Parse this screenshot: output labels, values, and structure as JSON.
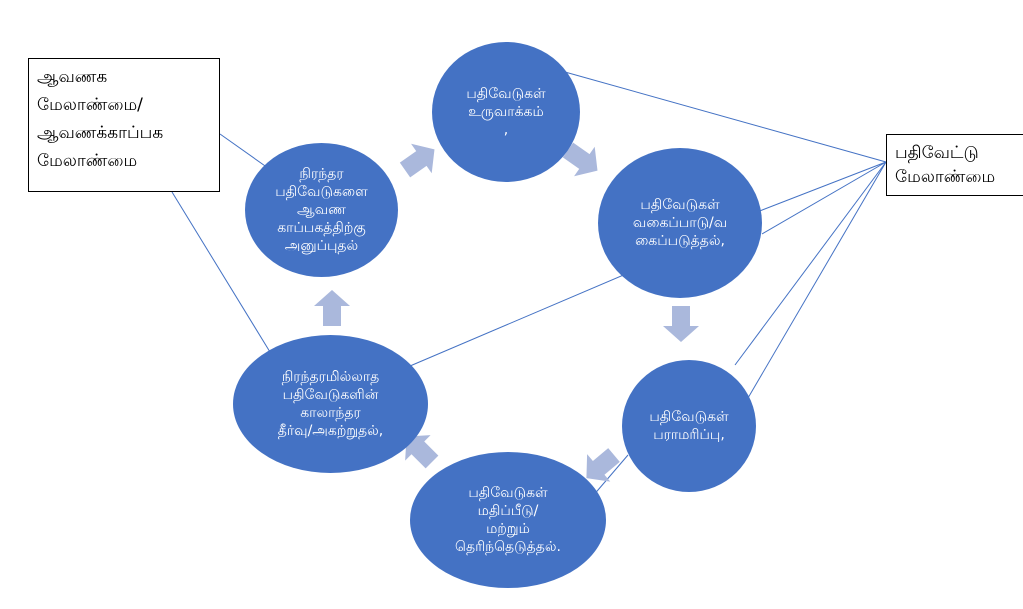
{
  "colors": {
    "circle": "#4472c4",
    "arrow": "#aab8dc",
    "line": "#4472c4"
  },
  "left_box": "ஆவணக\nமேலாண்மை/\nஆவணக்காப்பக\nமேலாண்மை",
  "right_box": "பதிவேட்டு\nமேலாண்மை",
  "stages": [
    {
      "label": "பதிவேடுகள்\nஉருவாக்கம்\n,"
    },
    {
      "label": "பதிவேடுகள்\nவகைப்பாடு/வ\nகைப்படுத்தல்,"
    },
    {
      "label": "பதிவேடுகள்\nபராமரிப்பு,"
    },
    {
      "label": "பதிவேடுகள்\nமதிப்பீடு/\nமற்றும்\nதெரிந்தெடுத்தல்."
    },
    {
      "label": "நிரந்தரமில்லாத\nபதிவேடுகளின்\nகாலாந்தர\nதீர்வு/அகற்றுதல்,"
    },
    {
      "label": "நிரந்தர\nபதிவேடுகளை\nஆவண\nகாப்பகத்திற்கு\nஅனுப்புதல்"
    }
  ]
}
